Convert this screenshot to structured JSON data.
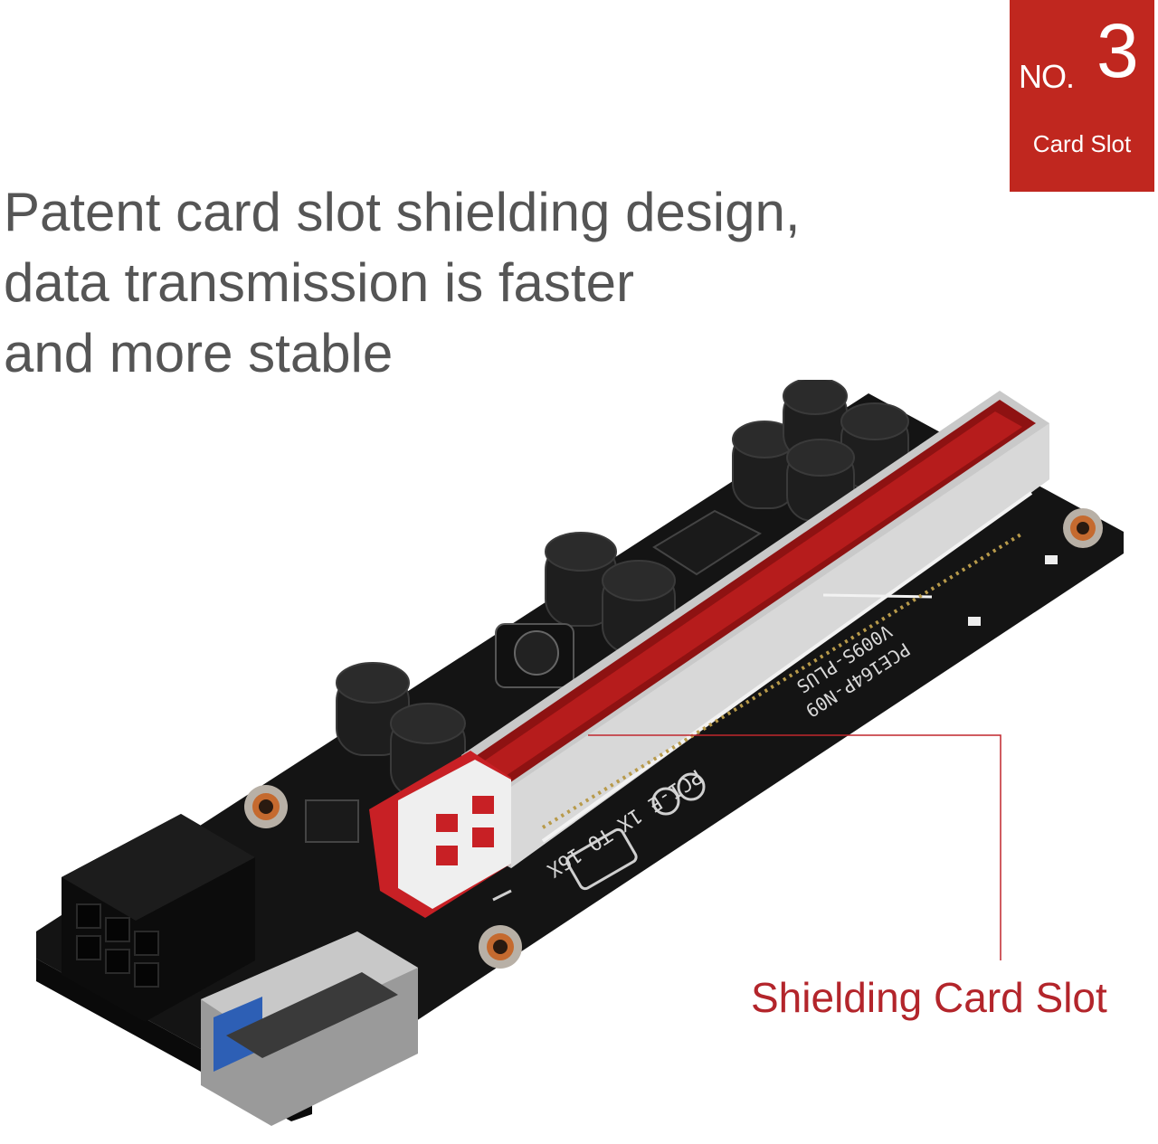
{
  "badge": {
    "prefix": "NO.",
    "number": "3",
    "label": "Card Slot"
  },
  "headline": {
    "lines": [
      "Patent card slot shielding design,",
      "data transmission is faster",
      "and more stable"
    ]
  },
  "photo": {
    "board_text": {
      "model": "PCE164P-N09",
      "version": "V009S-PLUS",
      "label": "PCI-E 1X TO 16X"
    }
  },
  "callout": {
    "label": "Shielding Card Slot"
  },
  "colors": {
    "accent": "#c0271f",
    "text": "#555555",
    "callout": "#b3252b"
  }
}
